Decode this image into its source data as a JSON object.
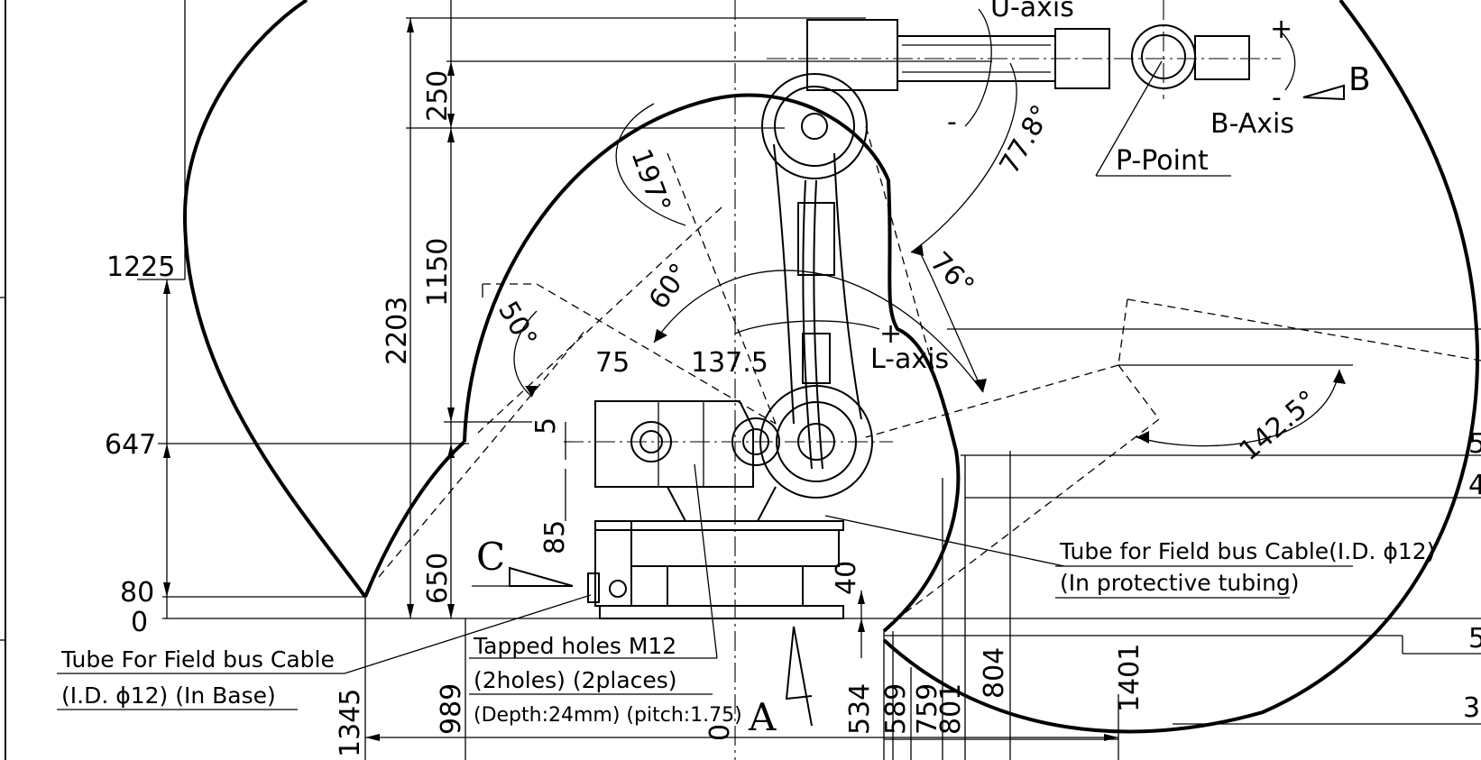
{
  "dimensions": {
    "horizontal": [
      "1345",
      "989",
      "0",
      "534",
      "589",
      "759",
      "801",
      "804",
      "1401"
    ],
    "vertical_left": [
      "1225",
      "647",
      "80",
      "0"
    ],
    "column": [
      "2203",
      "1150",
      "250",
      "650"
    ],
    "misc": [
      "75",
      "137.5",
      "5",
      "85",
      "40"
    ],
    "partial_right": [
      "5",
      "4",
      "5",
      "3"
    ]
  },
  "angles": {
    "a197": "197°",
    "a60": "60°",
    "a50": "50°",
    "a778": "77.8°",
    "a76": "76°",
    "a1425": "142.5°"
  },
  "labels": {
    "u_axis": "U-axis",
    "b_axis": "B-Axis",
    "p_point": "P-Point",
    "l_axis": "L-axis",
    "b": "B",
    "a": "A",
    "c": "C",
    "plus": "+",
    "minus": "-",
    "tube_base_1": "Tube For Field bus Cable",
    "tube_base_2": "(I.D. ϕ12) (In Base)",
    "tube_arm_1": "Tube for Field bus Cable(I.D. ϕ12)",
    "tube_arm_2": "(In protective tubing)",
    "tapped_1": "Tapped holes M12",
    "tapped_2": "(2holes) (2places)",
    "tapped_3": "(Depth:24mm) (pitch:1.75)"
  }
}
